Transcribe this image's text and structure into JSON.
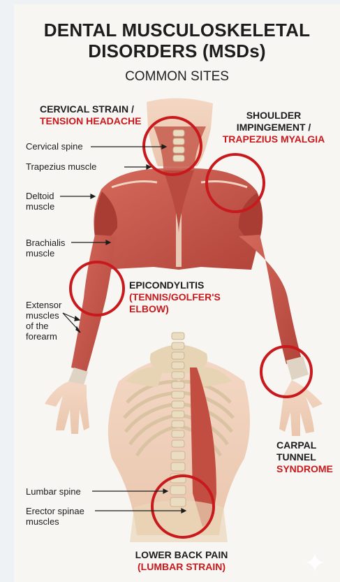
{
  "title_line1": "DENTAL MUSCULOSKELETAL",
  "title_line2": "DISORDERS (MSDs)",
  "subtitle": "COMMON SITES",
  "conditions": {
    "cervical": {
      "line1": "CERVICAL STRAIN /",
      "line2": "TENSION HEADACHE"
    },
    "shoulder": {
      "line1": "SHOULDER",
      "line2": "IMPINGEMENT /",
      "line3": "TRAPEZIUS MYALGIA"
    },
    "epicondylitis": {
      "line1": "EPICONDYLITIS",
      "line2": "(TENNIS/GOLFER'S",
      "line3": "ELBOW)"
    },
    "carpal": {
      "line1": "CARPAL",
      "line2": "TUNNEL",
      "line3": "SYNDROME"
    },
    "lowback": {
      "line1": "LOWER BACK PAIN",
      "line2": "(LUMBAR STRAIN)"
    }
  },
  "labels": {
    "cervical_spine": "Cervical spine",
    "trapezius": "Trapezius muscle",
    "deltoid_1": "Deltoid",
    "deltoid_2": "muscle",
    "brachialis_1": "Brachialis",
    "brachialis_2": "muscle",
    "extensor_1": "Extensor",
    "extensor_2": "muscles",
    "extensor_3": "of the",
    "extensor_4": "forearm",
    "lumbar_spine": "Lumbar spine",
    "erector_1": "Erector spinae",
    "erector_2": "muscles"
  },
  "colors": {
    "accent_red": "#c8191d",
    "muscle": "#c9564a",
    "bone": "#e6d6b8"
  }
}
